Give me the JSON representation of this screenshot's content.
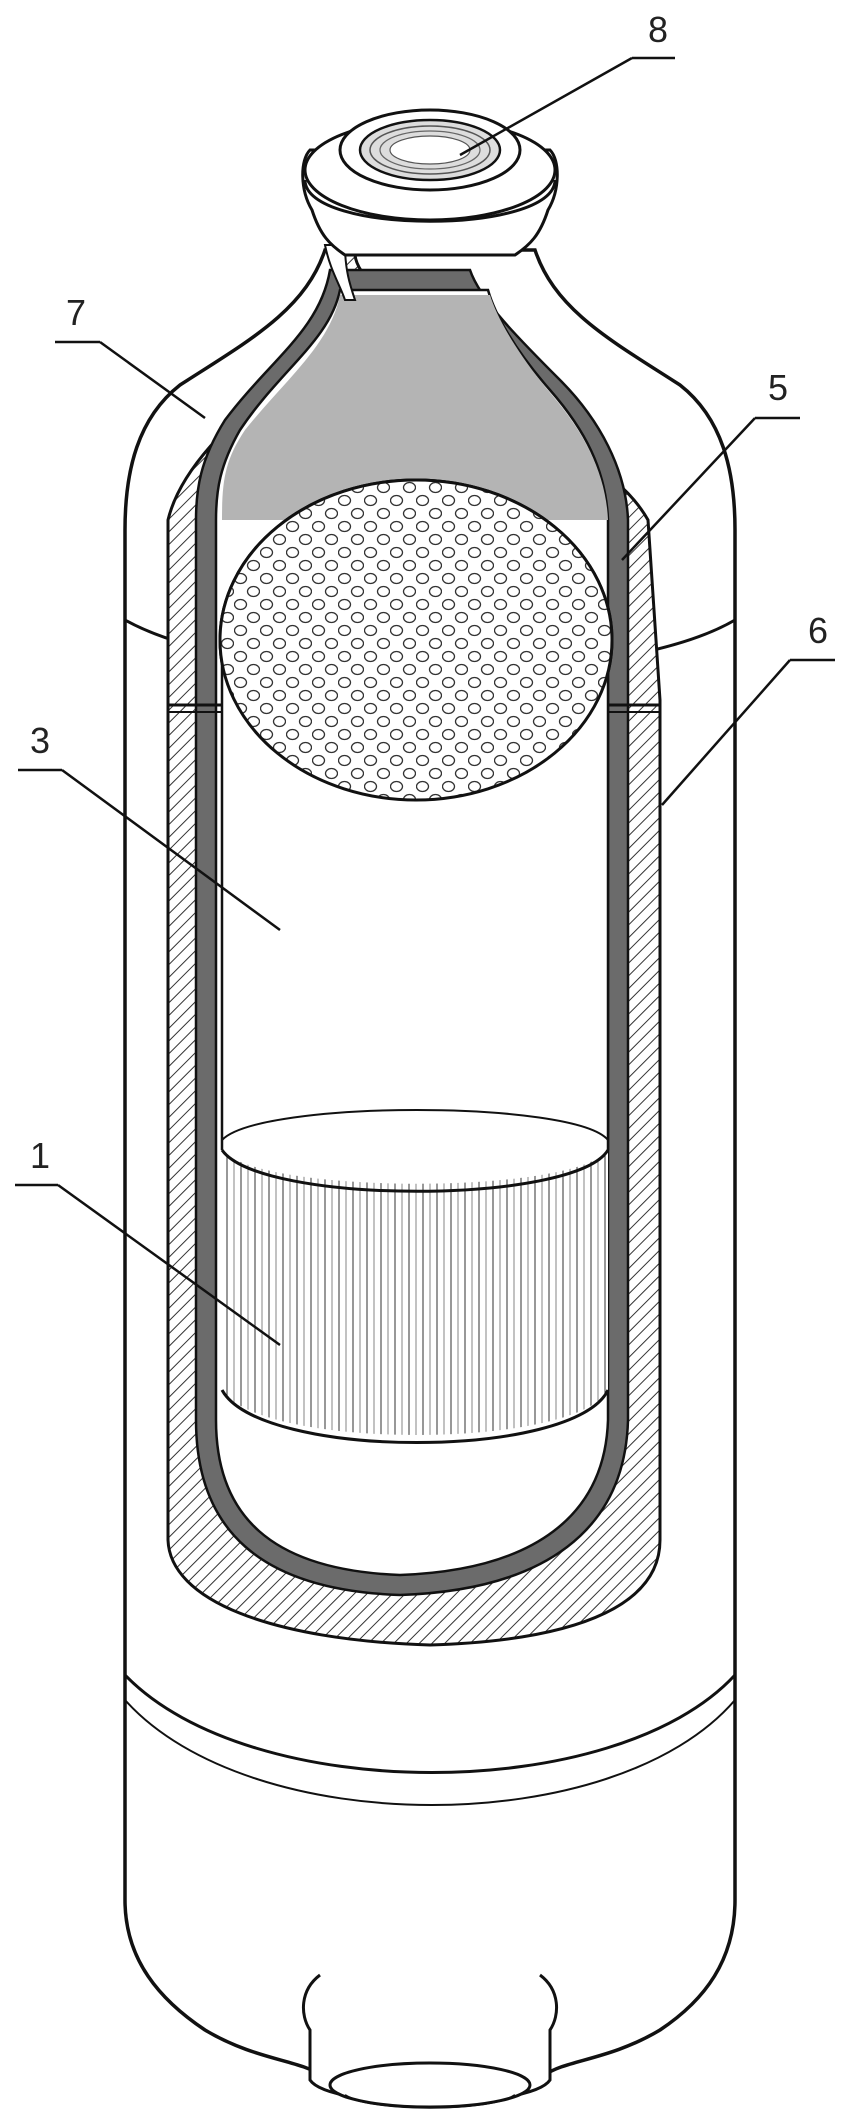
{
  "callouts": [
    {
      "id": "1",
      "label": "1"
    },
    {
      "id": "3",
      "label": "3"
    },
    {
      "id": "5",
      "label": "5"
    },
    {
      "id": "6",
      "label": "6"
    },
    {
      "id": "7",
      "label": "7"
    },
    {
      "id": "8",
      "label": "8"
    }
  ],
  "colors": {
    "outline": "#111111",
    "liner": "#6b6b6b",
    "cone": "#b4b4b4",
    "hatch": "#333333",
    "fill": "#ffffff"
  }
}
